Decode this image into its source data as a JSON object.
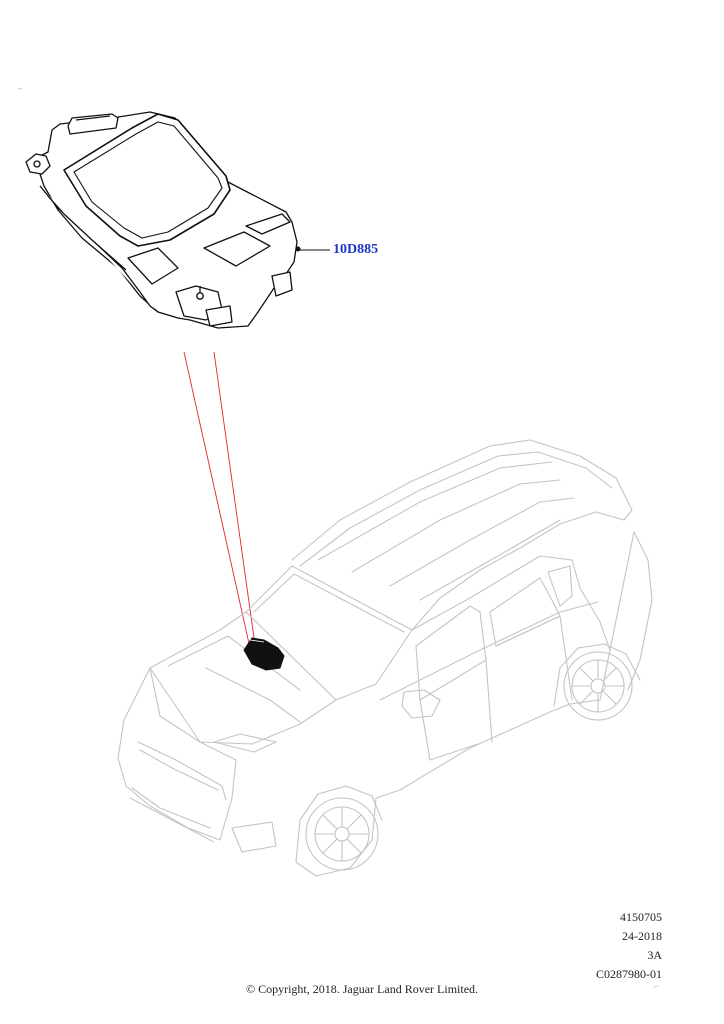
{
  "callout": {
    "label": "10D885"
  },
  "meta": {
    "line1": "4150705",
    "line2": "24-2018",
    "line3": "3A",
    "line4": "C0287980-01"
  },
  "copyright": "© Copyright, 2018. Jaguar Land Rover Limited.",
  "colors": {
    "callout": "#1a33c8",
    "leader": "#e32626",
    "vehicle_outline": "#c8c8c8",
    "module_outline": "#111111"
  },
  "icons": {
    "module": "adaptive-cruise-radar-module-icon",
    "vehicle": "suv-vehicle-outline-icon"
  }
}
